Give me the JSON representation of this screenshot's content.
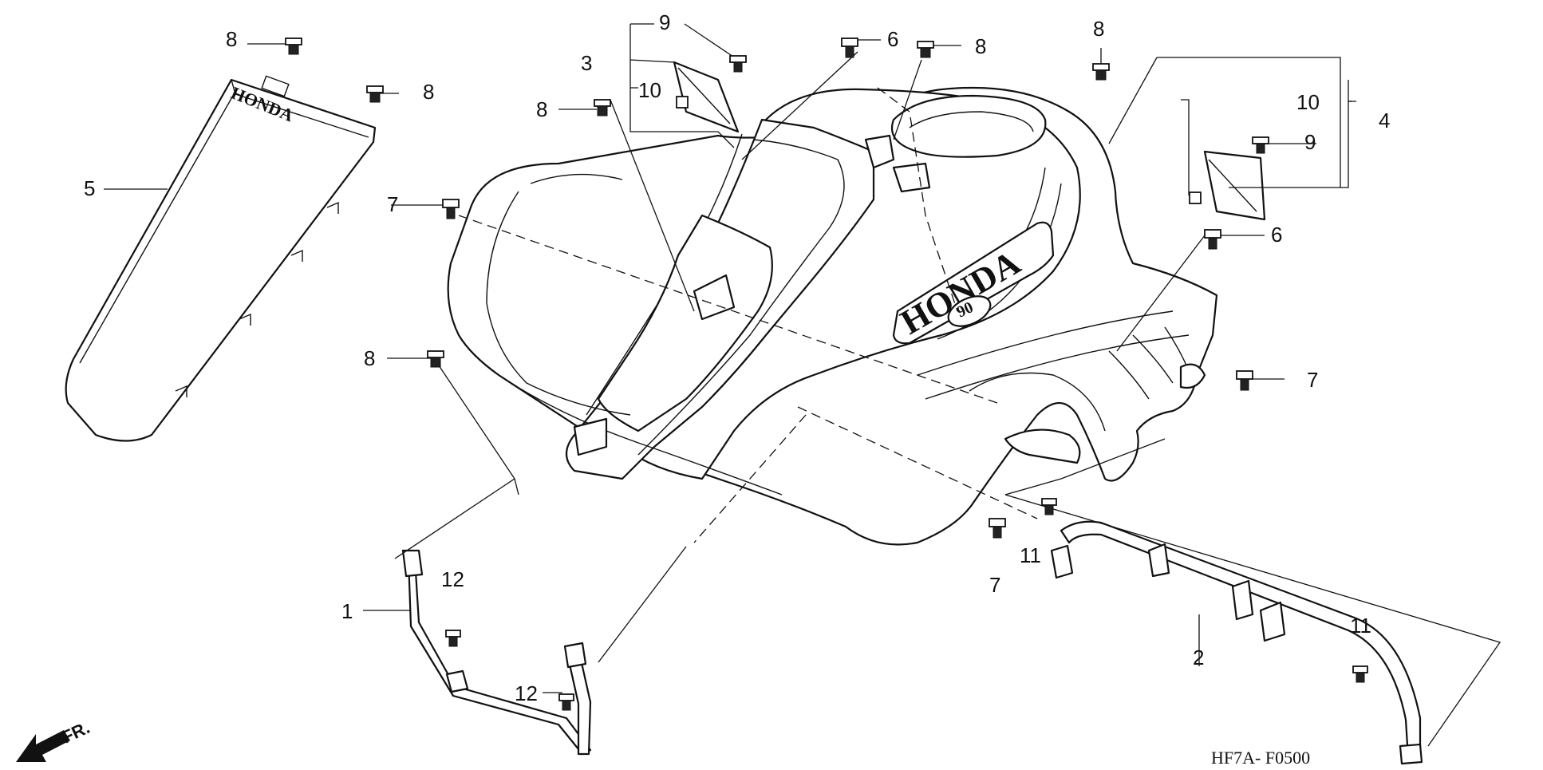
{
  "diagram": {
    "drawing_code": "HF7A- F0500",
    "direction_label": "FR.",
    "logo_text": "HONDA",
    "model_badge": "90",
    "callouts": {
      "c1": "1",
      "c2": "2",
      "c3": "3",
      "c4": "4",
      "c5": "5",
      "c6a": "6",
      "c6b": "6",
      "c7a": "7",
      "c7b": "7",
      "c7c": "7",
      "c8a": "8",
      "c8b": "8",
      "c8c": "8",
      "c8d": "8",
      "c8e": "8",
      "c8f": "8",
      "c9a": "9",
      "c9b": "9",
      "c10a": "10",
      "c10b": "10",
      "c11a": "11",
      "c11b": "11",
      "c12a": "12",
      "c12b": "12"
    }
  }
}
